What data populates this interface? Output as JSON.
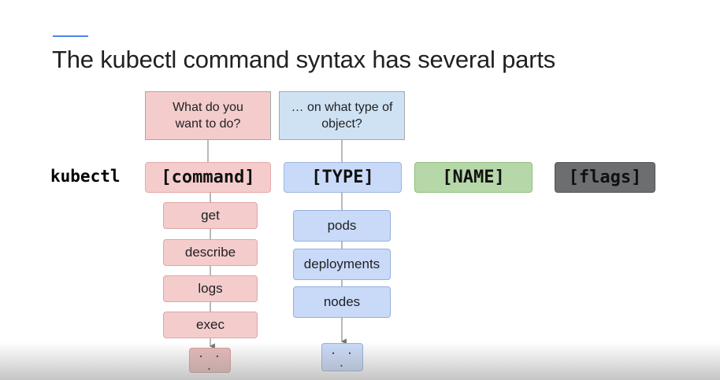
{
  "title": "The kubectl command syntax has several parts",
  "questions": {
    "command": "What do you want to do?",
    "type": "… on what type of object?"
  },
  "syntax": {
    "prefix": "kubectl",
    "command": "[command]",
    "type": "[TYPE]",
    "name": "[NAME]",
    "flags": "[flags]"
  },
  "commands": [
    "get",
    "describe",
    "logs",
    "exec"
  ],
  "commands_more": ". . .",
  "types": [
    "pods",
    "deployments",
    "nodes"
  ],
  "types_more": ". . .",
  "colors": {
    "command": "#f4cccc",
    "type": "#c9daf8",
    "name": "#b6d7a8",
    "flags": "#6d6e70",
    "accent": "#4a86e8"
  }
}
